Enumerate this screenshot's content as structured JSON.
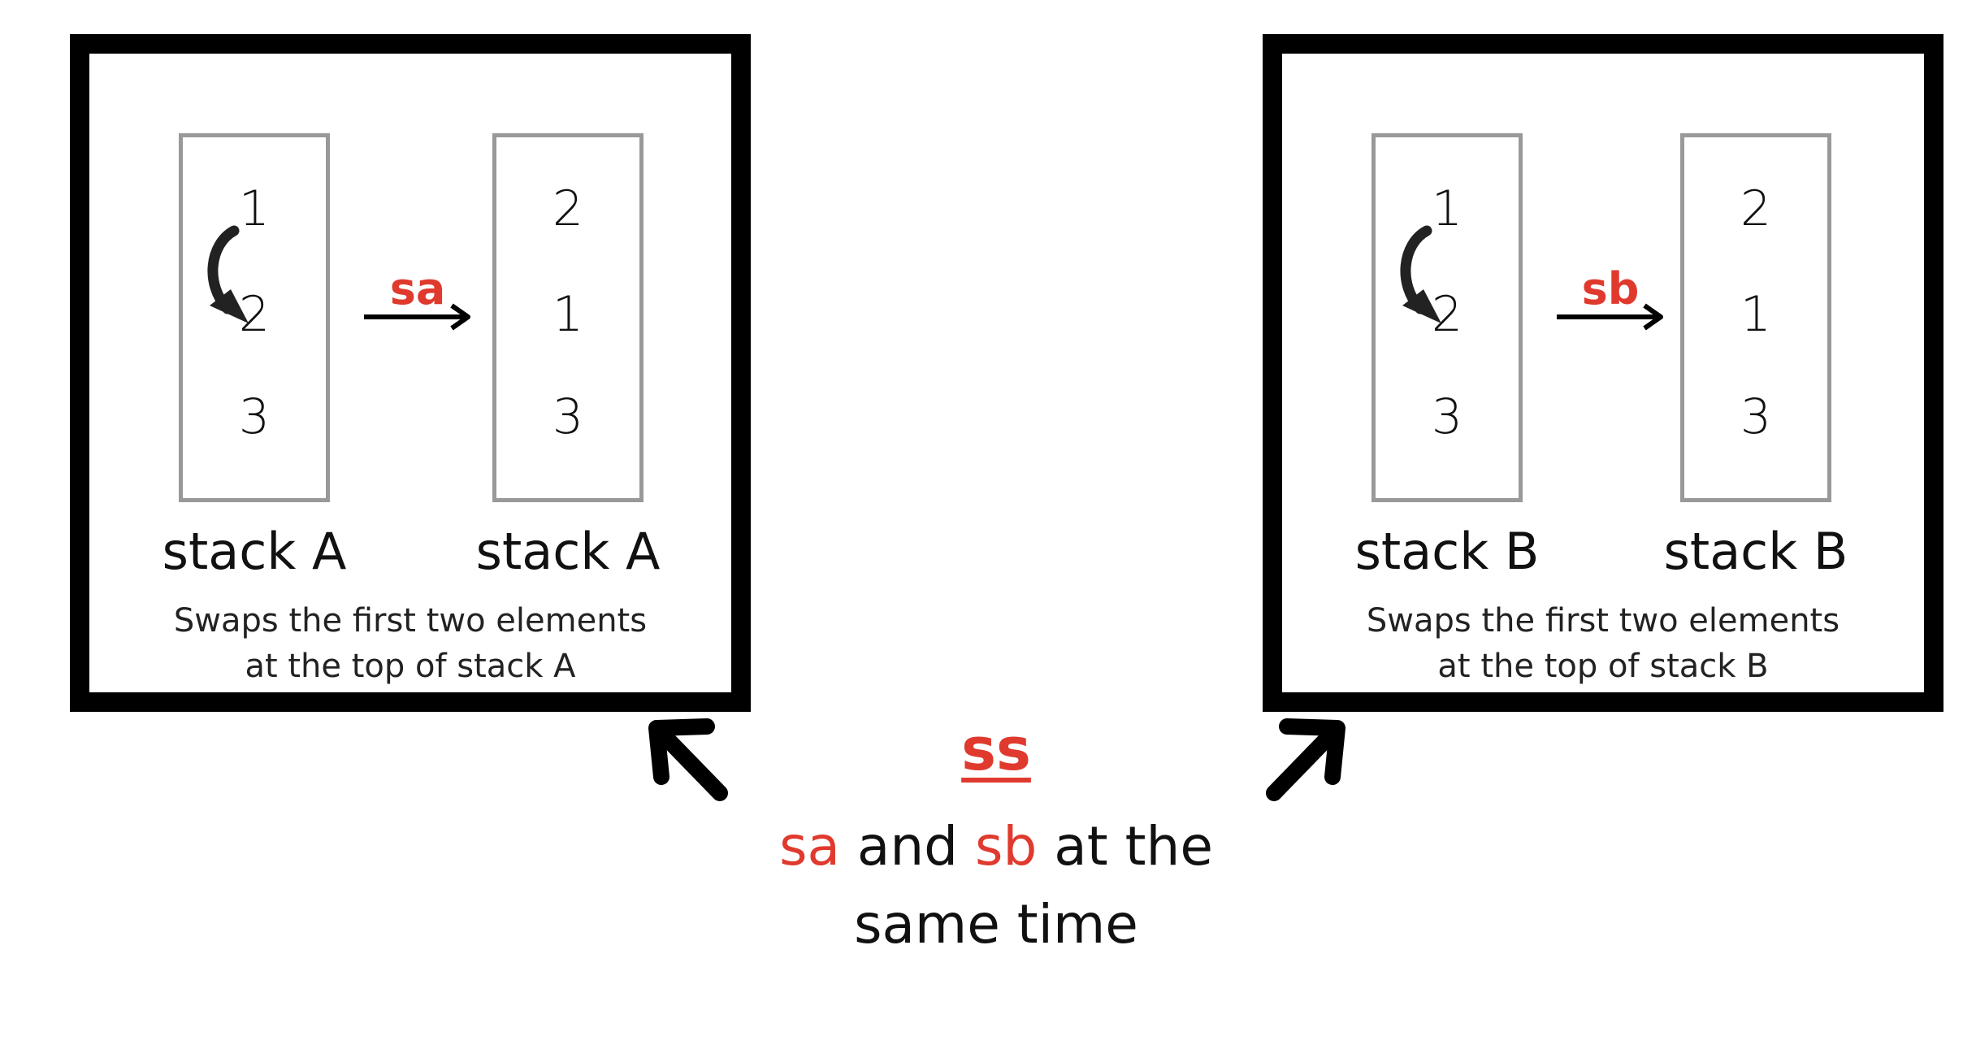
{
  "colors": {
    "accent": "#e03a2e",
    "frame": "#000000",
    "box": "#999999"
  },
  "panel_a": {
    "before": {
      "values": [
        "1",
        "2",
        "3"
      ],
      "label": "stack A"
    },
    "operation": "sa",
    "after": {
      "values": [
        "2",
        "1",
        "3"
      ],
      "label": "stack A"
    },
    "description_line1": "Swaps the first two elements",
    "description_line2": "at the top of stack A"
  },
  "panel_b": {
    "before": {
      "values": [
        "1",
        "2",
        "3"
      ],
      "label": "stack B"
    },
    "operation": "sb",
    "after": {
      "values": [
        "2",
        "1",
        "3"
      ],
      "label": "stack B"
    },
    "description_line1": "Swaps the first two elements",
    "description_line2": "at the top of stack B"
  },
  "combined": {
    "title": "ss",
    "part1": "sa",
    "part2": " and ",
    "part3": "sb",
    "part4": " at the",
    "line2": "same time"
  }
}
